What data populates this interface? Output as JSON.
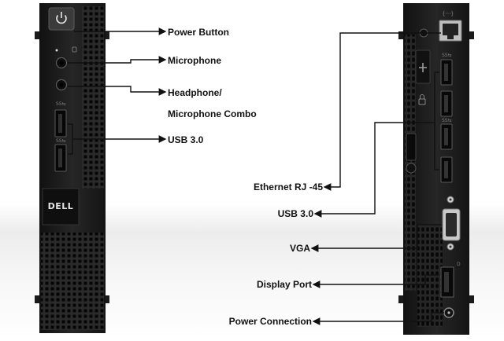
{
  "device": {
    "front_logo": "DELL"
  },
  "labels": {
    "power_button": "Power Button",
    "microphone": "Microphone",
    "headphone_line1": "Headphone/",
    "headphone_line2": "Microphone Combo",
    "usb_front": "USB  3.0",
    "ethernet": "Ethernet  RJ -45",
    "usb_rear": "USB 3.0",
    "vga": "VGA",
    "display_port": "Display Port",
    "power_connection": "Power Connection"
  },
  "colors": {
    "chassis": "#1c1c1c",
    "chassis_edge": "#3a3a3a",
    "grille_hole": "#050505",
    "callout_line": "#111111",
    "label_text": "#111111"
  },
  "icons": [
    "power-icon",
    "usb-icon",
    "ethernet-icon",
    "lock-icon"
  ]
}
